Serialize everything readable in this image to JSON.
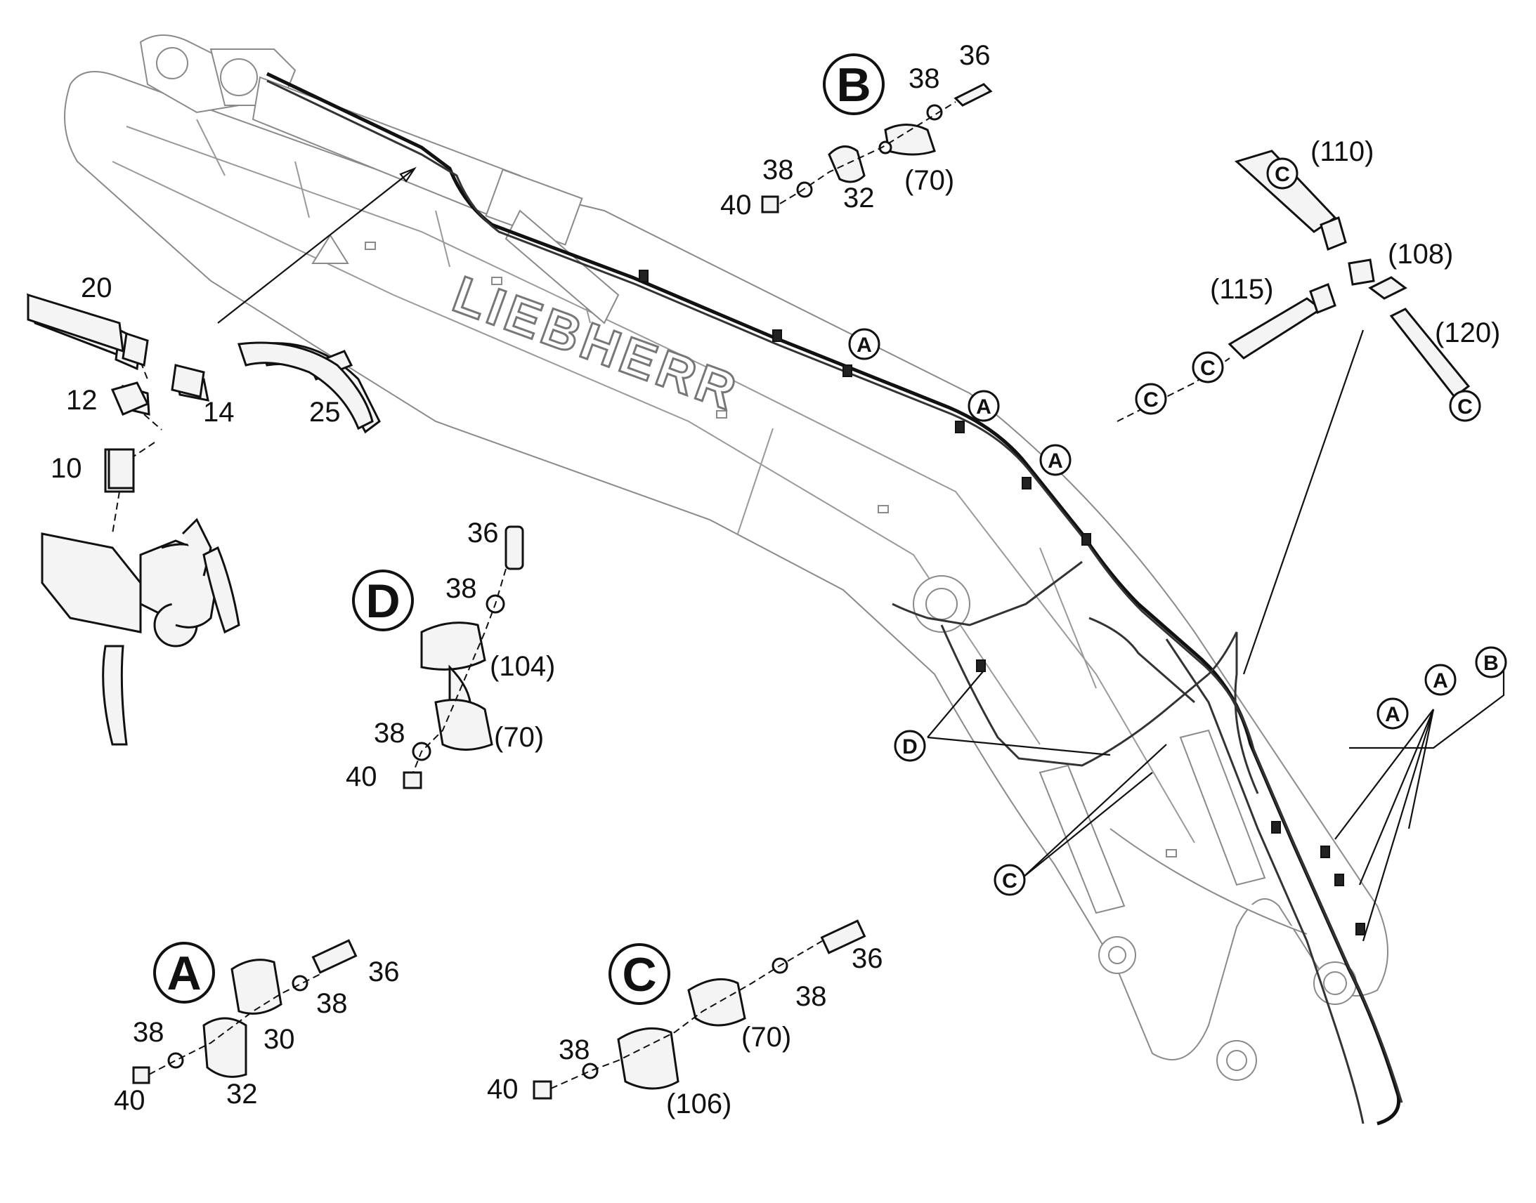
{
  "brand_label": "LIEBHERR",
  "detail_markers": {
    "A": "A",
    "B": "B",
    "C": "C",
    "D": "D"
  },
  "callouts": {
    "A": "A",
    "B": "B",
    "C": "C",
    "D": "D"
  },
  "parts": {
    "p10": "10",
    "p12": "12",
    "p14": "14",
    "p20": "20",
    "p25": "25",
    "p30": "30",
    "p32": "32",
    "p36": "36",
    "p38": "38",
    "p40": "40",
    "p70": "(70)",
    "p104": "(104)",
    "p106": "(106)",
    "p108": "(108)",
    "p110": "(110)",
    "p115": "(115)",
    "p120": "(120)"
  }
}
